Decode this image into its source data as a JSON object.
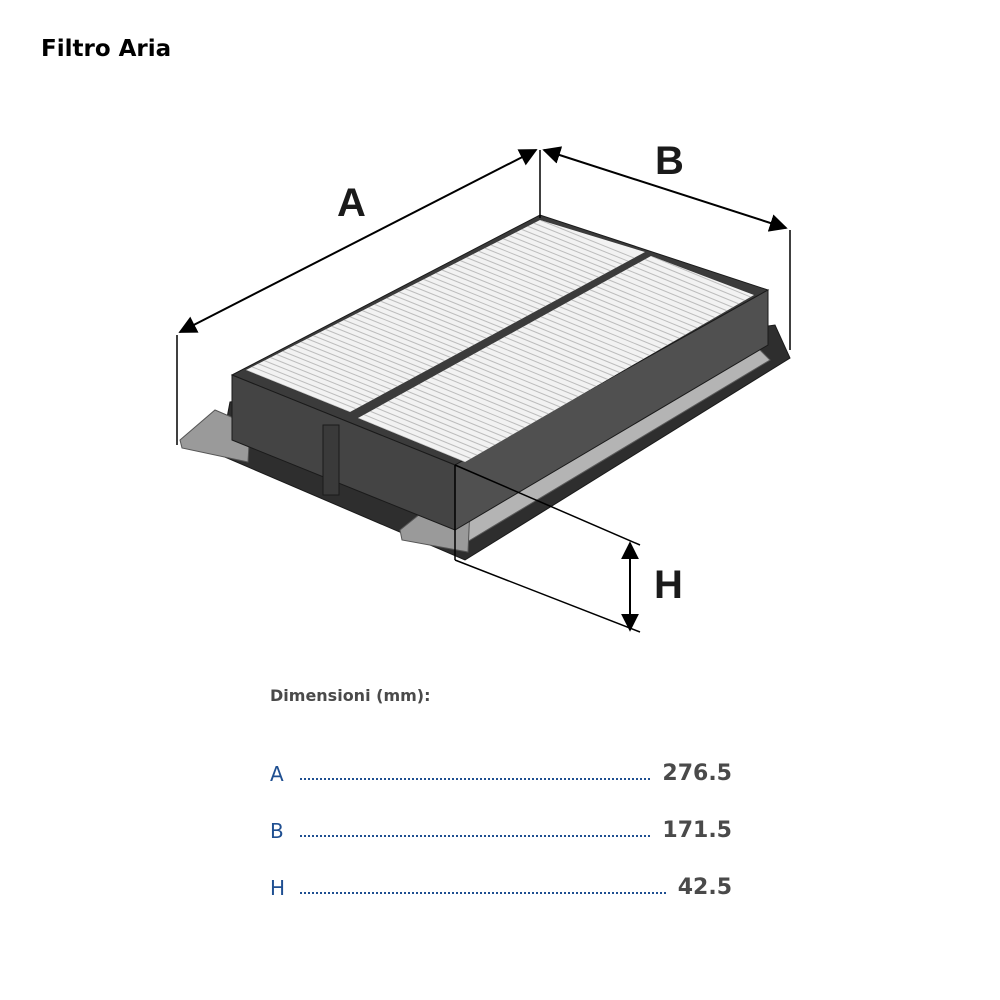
{
  "header": {
    "title": "Filtro Aria"
  },
  "figure": {
    "labels": {
      "a": "A",
      "b": "B",
      "h": "H"
    },
    "colors": {
      "frame": "#3b3b3b",
      "media": "#f2f2f2",
      "pleat_line": "#bdbdbd",
      "tab": "#9a9a9a",
      "dimension_line": "#000000"
    }
  },
  "dimensions": {
    "heading": "Dimensioni (mm):",
    "rows": [
      {
        "letter": "A",
        "value": "276.5"
      },
      {
        "letter": "B",
        "value": "171.5"
      },
      {
        "letter": "H",
        "value": "42.5"
      }
    ]
  }
}
